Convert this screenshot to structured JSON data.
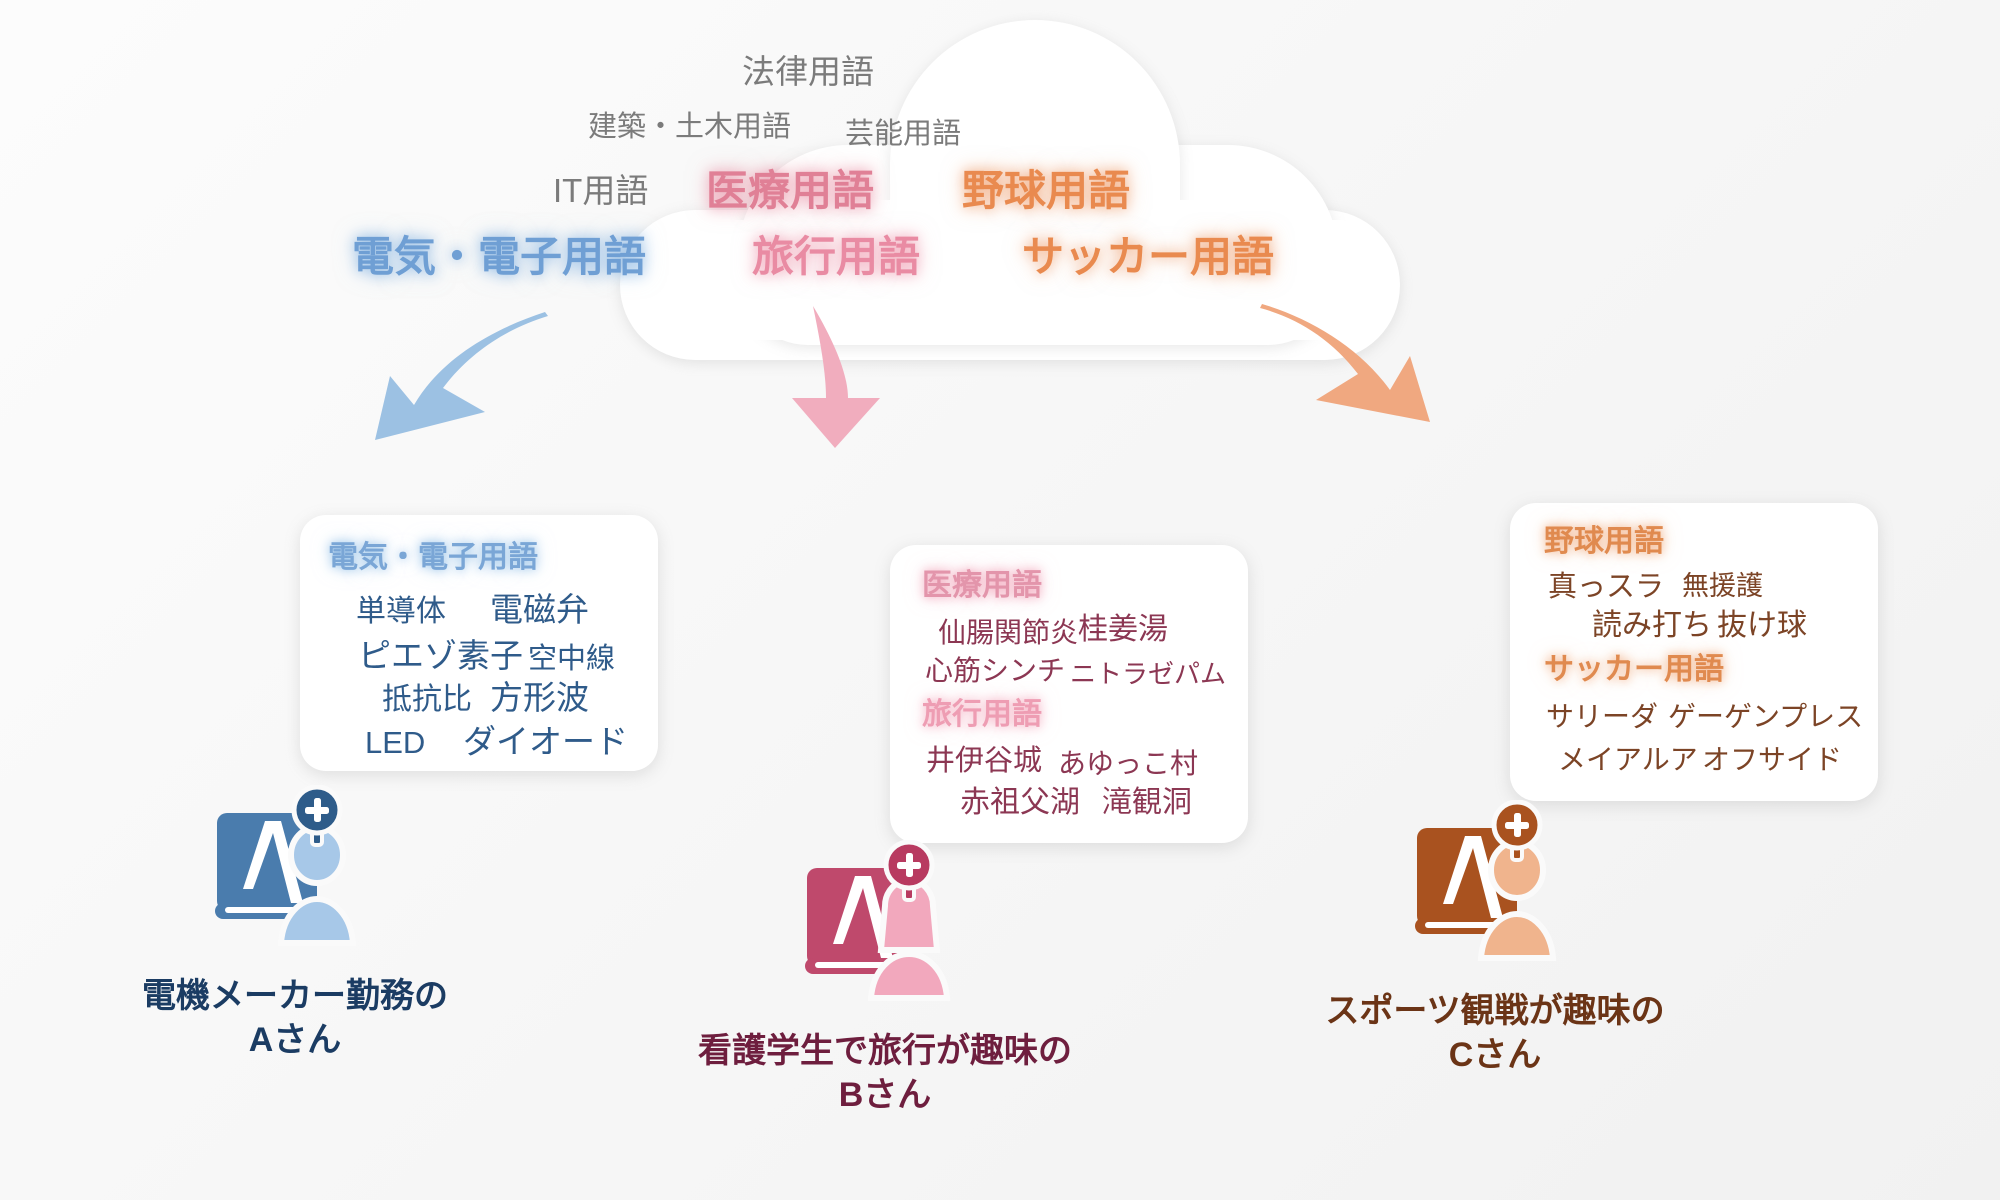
{
  "cloud": {
    "labels": [
      {
        "id": "law",
        "text": "法律用語",
        "style": "gray"
      },
      {
        "id": "arch",
        "text": "建築・土木用語",
        "style": "gray-sm"
      },
      {
        "id": "enter",
        "text": "芸能用語",
        "style": "gray-sm"
      },
      {
        "id": "it",
        "text": "IT用語",
        "style": "gray"
      },
      {
        "id": "med",
        "text": "医療用語",
        "style": "pink",
        "color": "#e08096"
      },
      {
        "id": "base",
        "text": "野球用語",
        "style": "orange",
        "color": "#e98a4f"
      },
      {
        "id": "elec",
        "text": "電気・電子用語",
        "style": "blue",
        "color": "#6f9fd4"
      },
      {
        "id": "travel",
        "text": "旅行用語",
        "style": "pink2",
        "color": "#e98ba3"
      },
      {
        "id": "soccer",
        "text": "サッカー用語",
        "style": "orange2",
        "color": "#e98a4f"
      }
    ]
  },
  "arrows": [
    {
      "id": "left",
      "direction": "down-left",
      "color": "#9cc1e3"
    },
    {
      "id": "mid",
      "direction": "down",
      "color": "#f1adbe"
    },
    {
      "id": "right",
      "direction": "down-right",
      "color": "#f0a880"
    }
  ],
  "cards": [
    {
      "id": "a",
      "accent": "#7aa6d6",
      "groups": [
        {
          "title": "電気・電子用語",
          "terms": [
            "単導体",
            "電磁弁",
            "ピエゾ素子",
            "空中線",
            "抵抗比",
            "方形波",
            "LED",
            "ダイオード"
          ]
        }
      ]
    },
    {
      "id": "b",
      "accent": "#e395ab",
      "groups": [
        {
          "title": "医療用語",
          "terms": [
            "仙腸関節炎",
            "桂姜湯",
            "心筋シンチ",
            "ニトラゼパム"
          ]
        },
        {
          "title": "旅行用語",
          "terms": [
            "井伊谷城",
            "あゆっこ村",
            "赤祖父湖",
            "滝観洞"
          ]
        }
      ]
    },
    {
      "id": "c",
      "accent": "#e08a4f",
      "groups": [
        {
          "title": "野球用語",
          "terms": [
            "真っスラ",
            "無援護",
            "読み打ち",
            "抜け球"
          ]
        },
        {
          "title": "サッカー用語",
          "terms": [
            "サリーダ",
            "ゲーゲンプレス",
            "メイアルア",
            "オフサイド"
          ]
        }
      ]
    }
  ],
  "personas": [
    {
      "id": "a",
      "caption": "電機メーカー勤務の\nAさん",
      "book_color": "#4a7cad",
      "person_color": "#a7c8e8",
      "badge_color": "#2e5c8a",
      "caption_color": "#1b3c63"
    },
    {
      "id": "b",
      "caption": "看護学生で旅行が趣味の\nBさん",
      "book_color": "#bf496c",
      "person_color": "#f2a8bd",
      "badge_color": "#b83a60",
      "caption_color": "#6e1e3e"
    },
    {
      "id": "c",
      "caption": "スポーツ観戦が趣味の\nCさん",
      "book_color": "#a9521f",
      "person_color": "#f0b48d",
      "badge_color": "#a9521f",
      "caption_color": "#6b3416"
    }
  ]
}
